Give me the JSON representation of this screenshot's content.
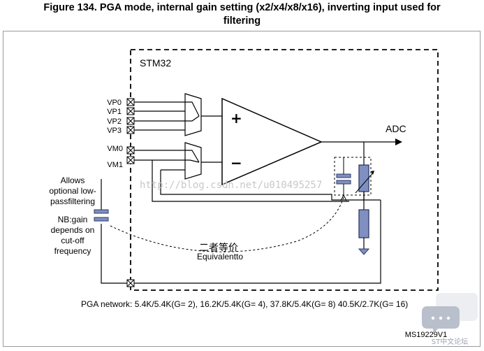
{
  "title": {
    "line1": "Figure 134. PGA mode, internal gain setting (x2/x4/x8/x16), inverting input used for",
    "line2": "filtering"
  },
  "chip_label": "STM32",
  "inputs": {
    "vp": [
      "VP0",
      "VP1",
      "VP2",
      "VP3"
    ],
    "vm": [
      "VM0",
      "VM1"
    ]
  },
  "opamp": {
    "plus": "+",
    "minus": "−"
  },
  "output_label": "ADC",
  "side_note": {
    "line1": "Allows",
    "line2": "optional low-",
    "line3": "passfiltering",
    "line4": "NB:gain",
    "line5": "depends on",
    "line6": "cut-off",
    "line7": "frequency"
  },
  "equivalent": {
    "chinese": "二者等价",
    "english": "Equivalentto"
  },
  "network_note": "PGA network: 5.4K/5.4K(G= 2), 16.2K/5.4K(G= 4), 37.8K/5.4K(G= 8) 40.5K/2.7K(G= 16)",
  "figure_code": "MS19229V1",
  "watermark": "http://blog.csdn.net/u010495257",
  "forum_badge": "ST中文论坛",
  "colors": {
    "component_fill": "#7f8fbf",
    "component_stroke": "#2e3a66",
    "badge": "#9aa3b3"
  }
}
